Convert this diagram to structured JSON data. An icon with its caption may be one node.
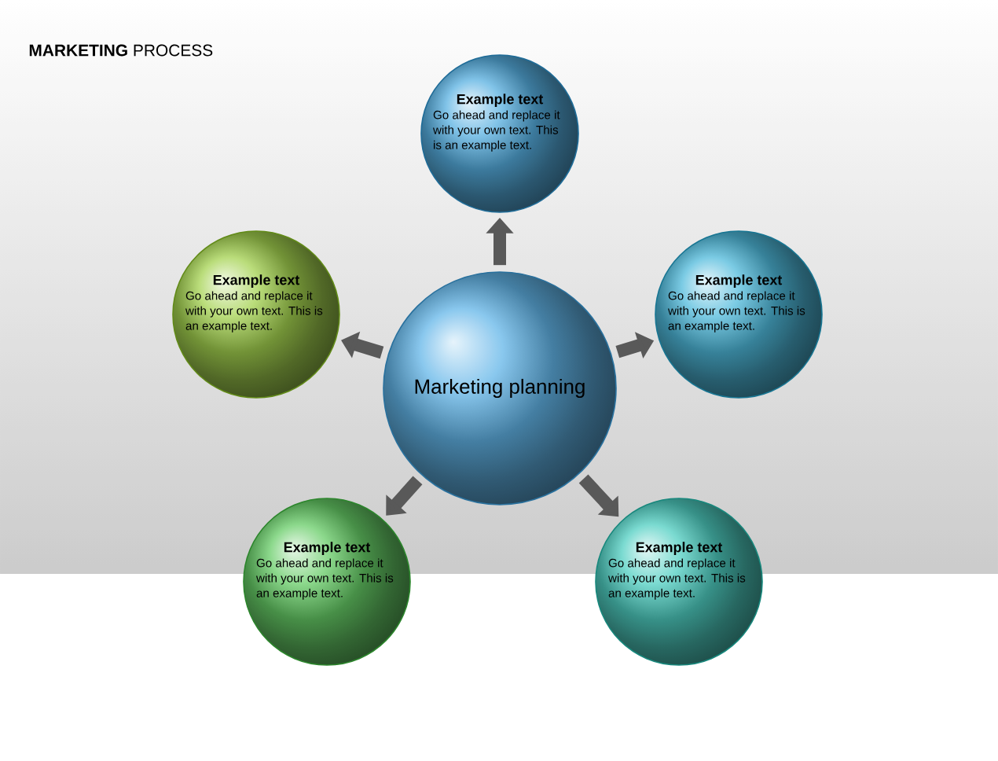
{
  "diagram": {
    "title": "**MARKETING** PROCESS",
    "nodes": [
      {
        "text": [
          "Example text",
          "Go ahead and replace it with your own text. This is an example text."
        ]
      },
      {
        "text": [
          "Example text",
          "Go ahead and replace it with your own text. This is an example text."
        ]
      },
      {
        "text": [
          "Example text",
          "Go ahead and replace it with your own text. This is an example text."
        ]
      },
      {
        "text": [
          "Marketing planning"
        ]
      },
      {
        "text": [
          "Example text",
          "Go ahead and replace it with your own text. This is an example text."
        ]
      },
      {
        "text": [
          "Example text",
          "Go ahead and replace it with your own text. This is an example text."
        ]
      }
    ],
    "edges": [
      {
        "from": 3,
        "to": 0,
        "arrow": "to"
      },
      {
        "from": 3,
        "to": 1,
        "arrow": "to"
      },
      {
        "from": 3,
        "to": 2,
        "arrow": "to"
      },
      {
        "from": 3,
        "to": 4,
        "arrow": "to"
      },
      {
        "from": 3,
        "to": 5,
        "arrow": "to"
      }
    ]
  }
}
